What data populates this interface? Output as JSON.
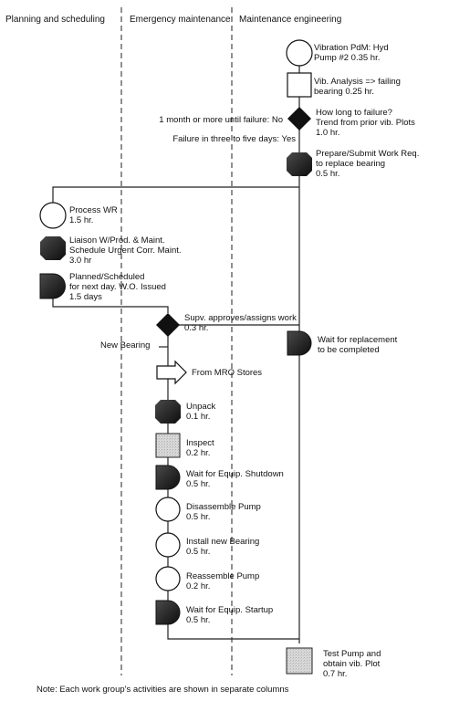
{
  "columns": [
    "Planning and scheduling",
    "Emergency maintenance",
    "Maintenance engineering"
  ],
  "steps": {
    "vibration": "Vibration PdM: Hyd\nPump #2 0.35 hr.",
    "vib_analysis": "Vib. Analysis => failing\nbearing 0.25 hr.",
    "how_long": "How long to failure?\nTrend from prior vib. Plots\n1.0 hr.",
    "no_branch": "1 month or more until failure: No",
    "yes_branch": "Failure in three to five days: Yes",
    "prepare_wr": "Prepare/Submit Work Req.\nto replace bearing\n0.5 hr.",
    "process_wr": "Process WR\n1.5 hr.",
    "liaison": "Liaison W/Prod. & Maint.\nSchedule Urgent Corr. Maint.\n3.0 hr",
    "planned": "Planned/Scheduled\nfor next day. W.O. Issued\n1.5 days",
    "supv": "Supv. approves/assigns work\n0.3 hr.",
    "new_bearing": "New Bearing",
    "from_mro": "From MRO Stores",
    "unpack": "Unpack\n0.1 hr.",
    "inspect": "Inspect\n0.2 hr.",
    "wait_shutdown": "Wait for Equip. Shutdown\n0.5 hr.",
    "disassemble": "Disassemble Pump\n0.5 hr.",
    "install": "Install new Bearing\n0.5 hr.",
    "reassemble": "Reassemble Pump\n0.2 hr.",
    "wait_startup": "Wait for Equip. Startup\n0.5 hr.",
    "wait_replacement": "Wait for replacement\nto be completed",
    "test_pump": "Test Pump and\nobtain vib. Plot\n0.7 hr."
  },
  "note": "Note: Each work group's activities are shown in separate columns"
}
